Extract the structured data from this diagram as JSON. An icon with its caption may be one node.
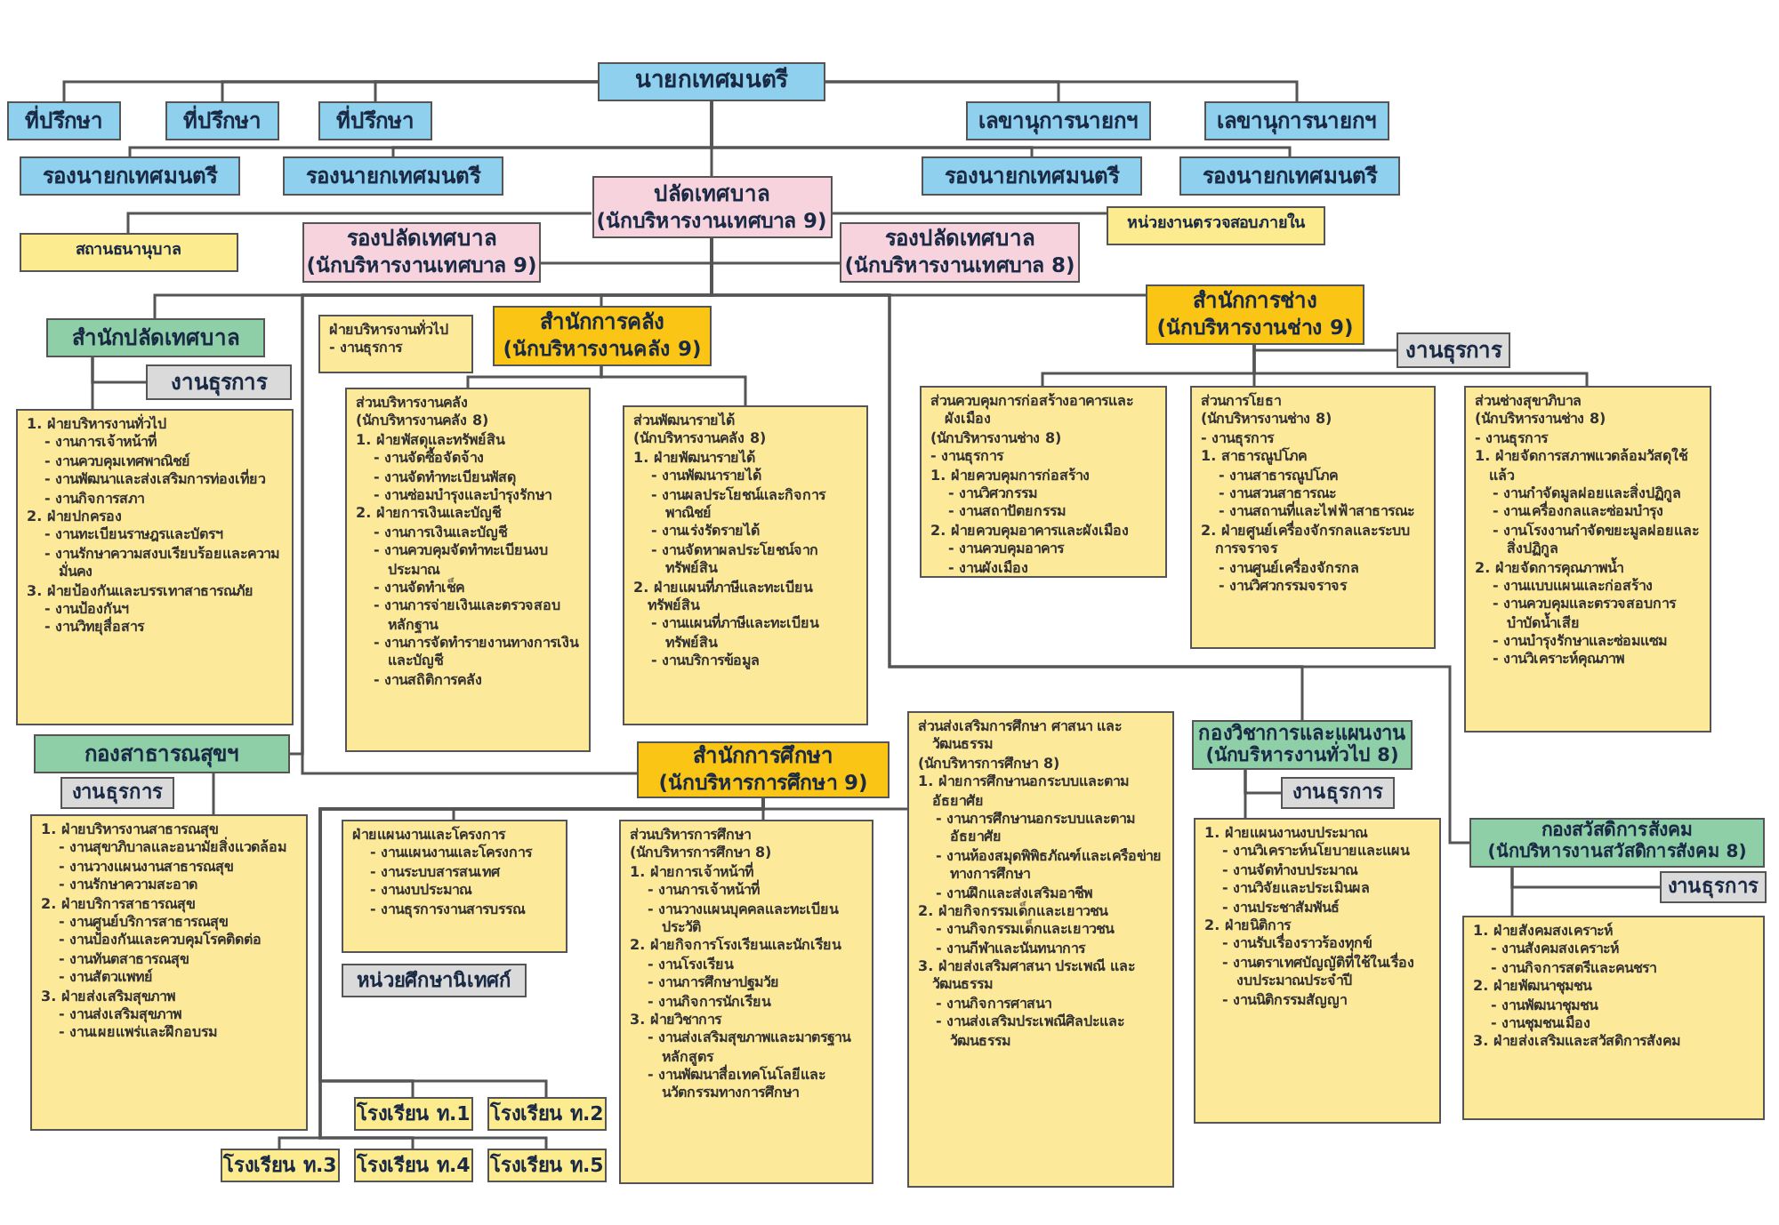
{
  "diagram": {
    "nodes": [
      {
        "text": [
          "นายกเทศมนตรี"
        ]
      },
      {
        "text": [
          "ที่ปรึกษา"
        ]
      },
      {
        "text": [
          "ที่ปรึกษา"
        ]
      },
      {
        "text": [
          "ที่ปรึกษา"
        ]
      },
      {
        "text": [
          "เลขานุการนายกฯ"
        ]
      },
      {
        "text": [
          "เลขานุการนายกฯ"
        ]
      },
      {
        "text": [
          "รองนายกเทศมนตรี"
        ]
      },
      {
        "text": [
          "รองนายกเทศมนตรี"
        ]
      },
      {
        "text": [
          "รองนายกเทศมนตรี"
        ]
      },
      {
        "text": [
          "รองนายกเทศมนตรี"
        ]
      },
      {
        "text": [
          "ปลัดเทศบาล",
          "(นักบริหารงานเทศบาล 9)"
        ]
      },
      {
        "text": [
          "สถานธนานุบาล"
        ]
      },
      {
        "text": [
          "รองปลัดเทศบาล",
          "(นักบริหารงานเทศบาล 9)"
        ]
      },
      {
        "text": [
          "รองปลัดเทศบาล",
          "(นักบริหารงานเทศบาล 8)"
        ]
      },
      {
        "text": [
          "หน่วยงานตรวจสอบภายใน"
        ]
      },
      {
        "text": [
          "สำนักปลัดเทศบาล"
        ]
      },
      {
        "text": [
          "งานธุรการ"
        ]
      },
      {
        "text": [
          "1. ฝ่ายบริหารงานทั่วไป",
          "- งานการเจ้าหน้าที่",
          "- งานควบคุมเทศพาณิชย์",
          "- งานพัฒนาและส่งเสริมการท่องเที่ยว",
          "- งานกิจการสภา",
          "2. ฝ่ายปกครอง",
          "- งานทะเบียนราษฎรและบัตรฯ",
          "- งานรักษาความสงบเรียบร้อยและความมั่นคง",
          "3. ฝ่ายป้องกันและบรรเทาสาธารณภัย",
          "- งานป้องกันฯ",
          "- งานวิทยุสื่อสาร"
        ]
      },
      {
        "text": [
          "ฝ่ายบริหารงานทั่วไป",
          "- งานธุรการ"
        ]
      },
      {
        "text": [
          "สำนักการคลัง",
          "(นักบริหารงานคลัง 9)"
        ]
      },
      {
        "text": [
          "ส่วนบริหารงานคลัง",
          "(นักบริหารงานคลัง 8)",
          "1. ฝ่ายพัสดุและทรัพย์สิน",
          "- งานจัดซื้อจัดจ้าง",
          "- งานจัดทำทะเบียนพัสดุ",
          "- งานซ่อมบำรุงและบำรุงรักษา",
          "2. ฝ่ายการเงินและบัญชี",
          "- งานการเงินและบัญชี",
          "- งานควบคุมจัดทำทะเบียนงบประมาณ",
          "- งานจัดทำเช็ค",
          "- งานการจ่ายเงินและตรวจสอบหลักฐาน",
          "- งานการจัดทำรายงานทางการเงินและบัญชี",
          "- งานสถิติการคลัง"
        ]
      },
      {
        "text": [
          "ส่วนพัฒนารายได้",
          "(นักบริหารงานคลัง 8)",
          "1. ฝ่ายพัฒนารายได้",
          "- งานพัฒนารายได้",
          "- งานผลประโยชน์และกิจการพาณิชย์",
          "- งานเร่งรัดรายได้",
          "- งานจัดหาผลประโยชน์จากทรัพย์สิน",
          "2. ฝ่ายแผนที่ภาษีและทะเบียนทรัพย์สิน",
          "- งานแผนที่ภาษีและทะเบียนทรัพย์สิน",
          "- งานบริการข้อมูล"
        ]
      },
      {
        "text": [
          "สำนักการศึกษา",
          "(นักบริหารการศึกษา 9)"
        ]
      },
      {
        "text": [
          "กองสาธารณสุขฯ"
        ]
      },
      {
        "text": [
          "งานธุรการ"
        ]
      },
      {
        "text": [
          "1. ฝ่ายบริหารงานสาธารณสุข",
          "- งานสุขาภิบาลและอนามัยสิ่งแวดล้อม",
          "- งานวางแผนงานสาธารณสุข",
          "- งานรักษาความสะอาด",
          "2. ฝ่ายบริการสาธารณสุข",
          "- งานศูนย์บริการสาธารณสุข",
          "- งานป้องกันและควบคุมโรคติดต่อ",
          "- งานทันตสาธารณสุข",
          "- งานสัตวแพทย์",
          "3. ฝ่ายส่งเสริมสุขภาพ",
          "- งานส่งเสริมสุขภาพ",
          "- งานเผยแพร่และฝึกอบรม"
        ]
      },
      {
        "text": [
          "ฝ่ายแผนงานและโครงการ",
          "- งานแผนงานและโครงการ",
          "- งานระบบสารสนเทศ",
          "- งานงบประมาณ",
          "- งานธุรการงานสารบรรณ"
        ]
      },
      {
        "text": [
          "หน่วยศึกษานิเทศก์"
        ]
      },
      {
        "text": [
          "โรงเรียน ท.1"
        ]
      },
      {
        "text": [
          "โรงเรียน ท.2"
        ]
      },
      {
        "text": [
          "โรงเรียน ท.3"
        ]
      },
      {
        "text": [
          "โรงเรียน ท.4"
        ]
      },
      {
        "text": [
          "โรงเรียน ท.5"
        ]
      },
      {
        "text": [
          "ส่วนบริหารการศึกษา",
          "(นักบริหารการศึกษา 8)",
          "1. ฝ่ายการเจ้าหน้าที่",
          "- งานการเจ้าหน้าที่",
          "- งานวางแผนบุคคลและทะเบียนประวัติ",
          "2. ฝ่ายกิจการโรงเรียนและนักเรียน",
          "- งานโรงเรียน",
          "- งานการศึกษาปฐมวัย",
          "- งานกิจการนักเรียน",
          "3. ฝ่ายวิชาการ",
          "- งานส่งเสริมสุขภาพและมาตรฐานหลักสูตร",
          "- งานพัฒนาสื่อเทคโนโลยีและนวัตกรรมทางการศึกษา"
        ]
      },
      {
        "text": [
          "สำนักการช่าง",
          "(นักบริหารงานช่าง 9)"
        ]
      },
      {
        "text": [
          "งานธุรการ"
        ]
      },
      {
        "text": [
          "ส่วนควบคุมการก่อสร้างอาคารและผังเมือง",
          "(นักบริหารงานช่าง 8)",
          "- งานธุรการ",
          "1. ฝ่ายควบคุมการก่อสร้าง",
          "- งานวิศวกรรม",
          "- งานสถาปัตยกรรม",
          "2. ฝ่ายควบคุมอาคารและผังเมือง",
          "- งานควบคุมอาคาร",
          "- งานผังเมือง"
        ]
      },
      {
        "text": [
          "ส่วนการโยธา",
          "(นักบริหารงานช่าง 8)",
          "- งานธุรการ",
          "1. สาธารณูปโภค",
          "- งานสาธารณูปโภค",
          "- งานสวนสาธารณะ",
          "- งานสถานที่และไฟฟ้าสาธารณะ",
          "2. ฝ่ายศูนย์เครื่องจักรกลและระบบการจราจร",
          "- งานศูนย์เครื่องจักรกล",
          "- งานวิศวกรรมจราจร"
        ]
      },
      {
        "text": [
          "ส่วนช่างสุขาภิบาล",
          "(นักบริหารงานช่าง 8)",
          "- งานธุรการ",
          "1. ฝ่ายจัดการสภาพแวดล้อมวัสดุใช้แล้ว",
          "- งานกำจัดมูลฝอยและสิ่งปฏิกูล",
          "- งานเครื่องกลและซ่อมบำรุง",
          "- งานโรงงานกำจัดขยะมูลฝอยและสิ่งปฏิกูล",
          "2. ฝ่ายจัดการคุณภาพน้ำ",
          "- งานแบบแผนและก่อสร้าง",
          "- งานควบคุมและตรวจสอบการบำบัดน้ำเสีย",
          "- งานบำรุงรักษาและซ่อมแซม",
          "- งานวิเคราะห์คุณภาพ"
        ]
      },
      {
        "text": [
          "ส่วนส่งเสริมการศึกษา ศาสนา และวัฒนธรรม",
          "(นักบริหารการศึกษา 8)",
          "1. ฝ่ายการศึกษานอกระบบและตามอัธยาศัย",
          "- งานการศึกษานอกระบบและตามอัธยาศัย",
          "- งานห้องสมุดพิพิธภัณฑ์และเครือข่ายทางการศึกษา",
          "- งานฝึกและส่งเสริมอาชีพ",
          "2. ฝ่ายกิจกรรมเด็กและเยาวชน",
          "- งานกิจกรรมเด็กและเยาวชน",
          "- งานกีฬาและนันทนาการ",
          "3. ฝ่ายส่งเสริมศาสนา ประเพณี และวัฒนธรรม",
          "- งานกิจการศาสนา",
          "- งานส่งเสริมประเพณีศิลปะและวัฒนธรรม"
        ]
      },
      {
        "text": [
          "กองวิชาการและแผนงาน",
          "(นักบริหารงานทั่วไป 8)"
        ]
      },
      {
        "text": [
          "งานธุรการ"
        ]
      },
      {
        "text": [
          "1. ฝ่ายแผนงานงบประมาณ",
          "- งานวิเคราะห์นโยบายและแผน",
          "- งานจัดทำงบประมาณ",
          "- งานวิจัยและประเมินผล",
          "- งานประชาสัมพันธ์",
          "2. ฝ่ายนิติการ",
          "- งานรับเรื่องราวร้องทุกข์",
          "- งานตราเทศบัญญัติที่ใช้ในเรื่องงบประมาณประจำปี",
          "- งานนิติกรรมสัญญา"
        ]
      },
      {
        "text": [
          "กองสวัสดิการสังคม",
          "(นักบริหารงานสวัสดิการสังคม 8)"
        ]
      },
      {
        "text": [
          "งานธุรการ"
        ]
      },
      {
        "text": [
          "1. ฝ่ายสังคมสงเคราะห์",
          "- งานสังคมสงเคราะห์",
          "- งานกิจการสตรีและคนชรา",
          "2. ฝ่ายพัฒนาชุมชน",
          "- งานพัฒนาชุมชน",
          "- งานชุมชนเมือง",
          "3. ฝ่ายส่งเสริมและสวัสดิการสังคม"
        ]
      }
    ],
    "edges": [
      {
        "from": 0,
        "to": 1,
        "arrow": "none"
      },
      {
        "from": 0,
        "to": 2,
        "arrow": "none"
      },
      {
        "from": 0,
        "to": 3,
        "arrow": "none"
      },
      {
        "from": 0,
        "to": 4,
        "arrow": "none"
      },
      {
        "from": 0,
        "to": 5,
        "arrow": "none"
      },
      {
        "from": 0,
        "to": 6,
        "arrow": "none"
      },
      {
        "from": 0,
        "to": 7,
        "arrow": "none"
      },
      {
        "from": 0,
        "to": 8,
        "arrow": "none"
      },
      {
        "from": 0,
        "to": 9,
        "arrow": "none"
      },
      {
        "from": 0,
        "to": 10,
        "arrow": "none"
      },
      {
        "from": 10,
        "to": 11,
        "arrow": "none"
      },
      {
        "from": 10,
        "to": 14,
        "arrow": "none"
      },
      {
        "from": 10,
        "to": 12,
        "arrow": "none"
      },
      {
        "from": 10,
        "to": 13,
        "arrow": "none"
      },
      {
        "from": 10,
        "to": 15,
        "arrow": "none"
      },
      {
        "from": 10,
        "to": 23,
        "arrow": "none"
      },
      {
        "from": 10,
        "to": 22,
        "arrow": "none"
      },
      {
        "from": 10,
        "to": 19,
        "arrow": "none"
      },
      {
        "from": 10,
        "to": 34,
        "arrow": "none"
      },
      {
        "from": 10,
        "to": 40,
        "arrow": "none"
      },
      {
        "from": 10,
        "to": 43,
        "arrow": "none"
      },
      {
        "from": 15,
        "to": 16,
        "arrow": "none"
      },
      {
        "from": 15,
        "to": 17,
        "arrow": "none"
      },
      {
        "from": 19,
        "to": 20,
        "arrow": "none"
      },
      {
        "from": 19,
        "to": 21,
        "arrow": "none"
      },
      {
        "from": 23,
        "to": 25,
        "arrow": "none"
      },
      {
        "from": 22,
        "to": 26,
        "arrow": "none"
      },
      {
        "from": 22,
        "to": 33,
        "arrow": "none"
      },
      {
        "from": 22,
        "to": 39,
        "arrow": "none"
      },
      {
        "from": 22,
        "to": 28,
        "arrow": "none"
      },
      {
        "from": 22,
        "to": 29,
        "arrow": "none"
      },
      {
        "from": 22,
        "to": 30,
        "arrow": "none"
      },
      {
        "from": 22,
        "to": 31,
        "arrow": "none"
      },
      {
        "from": 22,
        "to": 32,
        "arrow": "none"
      },
      {
        "from": 34,
        "to": 35,
        "arrow": "none"
      },
      {
        "from": 34,
        "to": 36,
        "arrow": "none"
      },
      {
        "from": 34,
        "to": 37,
        "arrow": "none"
      },
      {
        "from": 34,
        "to": 38,
        "arrow": "none"
      },
      {
        "from": 40,
        "to": 41,
        "arrow": "none"
      },
      {
        "from": 40,
        "to": 42,
        "arrow": "none"
      },
      {
        "from": 43,
        "to": 44,
        "arrow": "none"
      },
      {
        "from": 43,
        "to": 45,
        "arrow": "none"
      }
    ]
  }
}
